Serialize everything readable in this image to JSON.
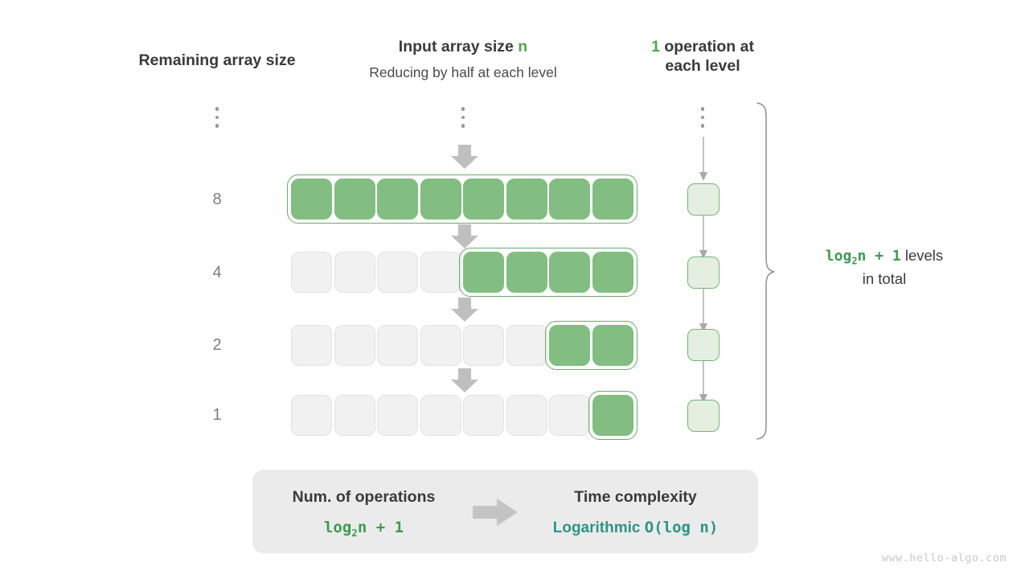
{
  "headings": {
    "remaining": "Remaining array size",
    "input_prefix": "Input array size ",
    "input_accent": "n",
    "input_sub": "Reducing by half at each level",
    "ops_accent": "1",
    "ops_rest": " operation at",
    "ops_line2": "each level"
  },
  "rows": [
    {
      "label": "8",
      "filled": 8,
      "total": 8
    },
    {
      "label": "4",
      "filled": 4,
      "total": 8
    },
    {
      "label": "2",
      "filled": 2,
      "total": 8
    },
    {
      "label": "1",
      "filled": 1,
      "total": 8
    }
  ],
  "note": {
    "formula": "log",
    "formula_sub": "2",
    "formula_rest": "n + 1",
    "text": " levels",
    "line2": "in total"
  },
  "summary": {
    "left_title": "Num. of operations",
    "left_value_prefix": "log",
    "left_value_sub": "2",
    "left_value_rest": "n + 1",
    "right_title": "Time complexity",
    "right_value_word": "Logarithmic",
    "right_value_notation": "O(log n)"
  },
  "watermark": "www.hello-algo.com",
  "colors": {
    "green_fill": "#82bd82",
    "green_border": "#69ab69",
    "green_accent": "#3f9a4f",
    "op_fill": "#e4efe2",
    "teal": "#2e9485",
    "empty_fill": "#f1f1f1",
    "arrow_grey": "#bfbfbf",
    "panel_bg": "#ebebeb"
  },
  "icons": {
    "down_arrow": "down-block-arrow",
    "right_arrow": "right-block-arrow",
    "brace": "curly-brace",
    "ellipsis": "vertical-ellipsis"
  }
}
